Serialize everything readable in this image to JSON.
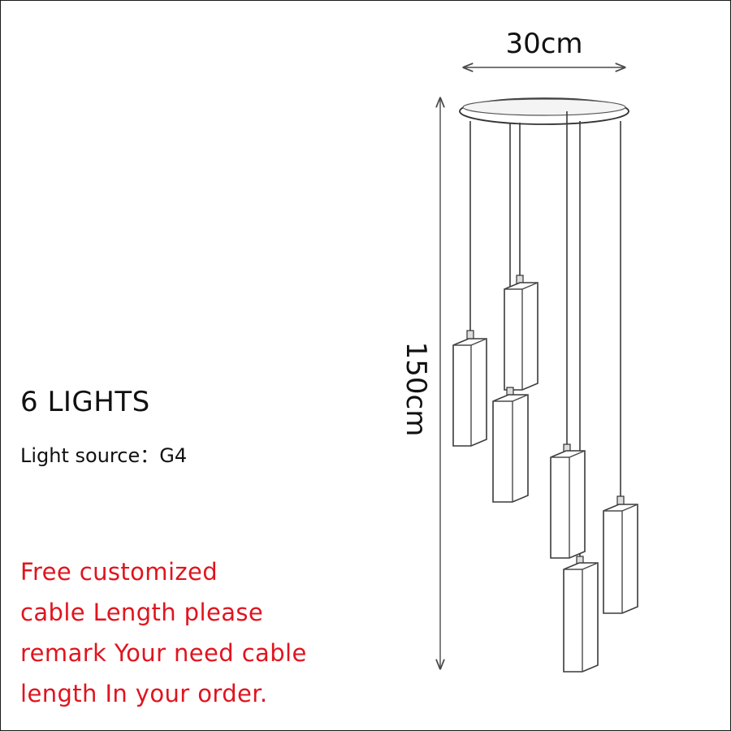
{
  "heading": "6 LIGHTS",
  "light_source": {
    "label": "Light source：",
    "value": "G4"
  },
  "notice_lines": [
    "Free customized",
    "cable Length please",
    "remark Your need cable",
    "length In your order."
  ],
  "dimensions": {
    "width": "30cm",
    "height": "150cm"
  },
  "light_count": 6,
  "colors": {
    "notice": "#e0141e",
    "text": "#111111",
    "line": "#3a3a3a"
  }
}
